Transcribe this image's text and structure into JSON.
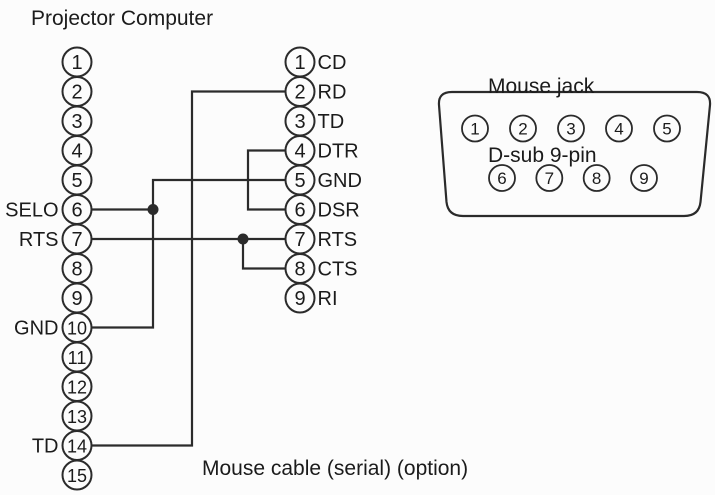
{
  "colors": {
    "line": "#2b2b2b",
    "text": "#1b1b1b",
    "background": "#fcfcfc"
  },
  "projector": {
    "title": "Projector Computer",
    "pins": [
      {
        "num": "1"
      },
      {
        "num": "2"
      },
      {
        "num": "3"
      },
      {
        "num": "4"
      },
      {
        "num": "5"
      },
      {
        "num": "6",
        "label": "SELO"
      },
      {
        "num": "7",
        "label": "RTS"
      },
      {
        "num": "8"
      },
      {
        "num": "9"
      },
      {
        "num": "10",
        "label": "GND"
      },
      {
        "num": "11"
      },
      {
        "num": "12"
      },
      {
        "num": "13"
      },
      {
        "num": "14",
        "label": "TD"
      },
      {
        "num": "15"
      }
    ]
  },
  "serial": {
    "pins": [
      {
        "num": "1",
        "label": "CD"
      },
      {
        "num": "2",
        "label": "RD"
      },
      {
        "num": "3",
        "label": "TD"
      },
      {
        "num": "4",
        "label": "DTR"
      },
      {
        "num": "5",
        "label": "GND"
      },
      {
        "num": "6",
        "label": "DSR"
      },
      {
        "num": "7",
        "label": "RTS"
      },
      {
        "num": "8",
        "label": "CTS"
      },
      {
        "num": "9",
        "label": "RI"
      }
    ]
  },
  "mouse_jack": {
    "title_line1": "Mouse jack",
    "title_line2": "D-sub 9-pin",
    "pin_rows": [
      [
        "1",
        "2",
        "3",
        "4",
        "5"
      ],
      [
        "6",
        "7",
        "8",
        "9"
      ]
    ]
  },
  "caption": "Mouse cable (serial) (option)",
  "wires": [
    {
      "id": "td",
      "from": "projector pin 14 (TD)",
      "to": "serial pin 2 (RD)"
    },
    {
      "id": "gnd",
      "from": "projector pin 10 (GND)",
      "to": "serial pin 5 (GND)"
    },
    {
      "id": "selo",
      "from": "projector pin 6 (SELO)",
      "to": "junction on GND wire"
    },
    {
      "id": "rts",
      "from": "projector pin 7 (RTS)",
      "to": "serial pin 7 (RTS)"
    },
    {
      "id": "cts",
      "from": "junction on RTS wire",
      "to": "serial pin 8 (CTS)"
    },
    {
      "id": "dtr_dsr",
      "from": "serial pin 4 (DTR)",
      "to": "serial pin 6 (DSR)"
    }
  ]
}
